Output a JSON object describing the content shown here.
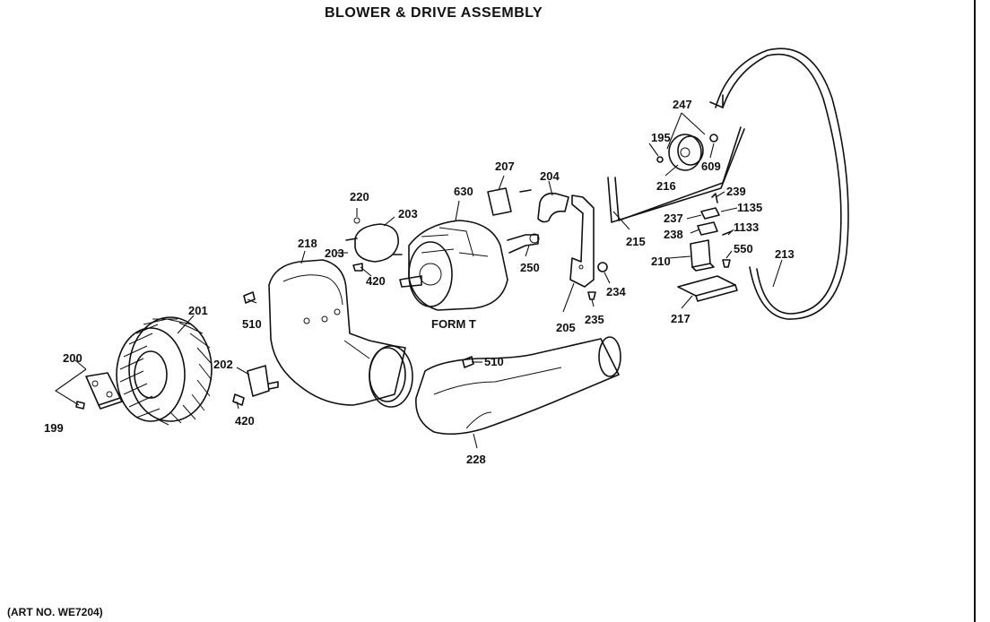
{
  "title": "BLOWER & DRIVE ASSEMBLY",
  "art_no": "(ART NO. WE7204)",
  "motor_note": "FORM T",
  "parts": [
    {
      "id": "p195",
      "label": "195"
    },
    {
      "id": "p199",
      "label": "199"
    },
    {
      "id": "p200",
      "label": "200"
    },
    {
      "id": "p201",
      "label": "201"
    },
    {
      "id": "p202",
      "label": "202"
    },
    {
      "id": "p203a",
      "label": "203"
    },
    {
      "id": "p203b",
      "label": "203"
    },
    {
      "id": "p204",
      "label": "204"
    },
    {
      "id": "p205",
      "label": "205"
    },
    {
      "id": "p207",
      "label": "207"
    },
    {
      "id": "p210",
      "label": "210"
    },
    {
      "id": "p213",
      "label": "213"
    },
    {
      "id": "p215",
      "label": "215"
    },
    {
      "id": "p216",
      "label": "216"
    },
    {
      "id": "p217",
      "label": "217"
    },
    {
      "id": "p218",
      "label": "218"
    },
    {
      "id": "p220",
      "label": "220"
    },
    {
      "id": "p228",
      "label": "228"
    },
    {
      "id": "p234",
      "label": "234"
    },
    {
      "id": "p235",
      "label": "235"
    },
    {
      "id": "p237",
      "label": "237"
    },
    {
      "id": "p238",
      "label": "238"
    },
    {
      "id": "p239",
      "label": "239"
    },
    {
      "id": "p247",
      "label": "247"
    },
    {
      "id": "p250",
      "label": "250"
    },
    {
      "id": "p420a",
      "label": "420"
    },
    {
      "id": "p420b",
      "label": "420"
    },
    {
      "id": "p510a",
      "label": "510"
    },
    {
      "id": "p510b",
      "label": "510"
    },
    {
      "id": "p550",
      "label": "550"
    },
    {
      "id": "p609",
      "label": "609"
    },
    {
      "id": "p630",
      "label": "630"
    },
    {
      "id": "p1133",
      "label": "1133"
    },
    {
      "id": "p1135",
      "label": "1135"
    }
  ]
}
